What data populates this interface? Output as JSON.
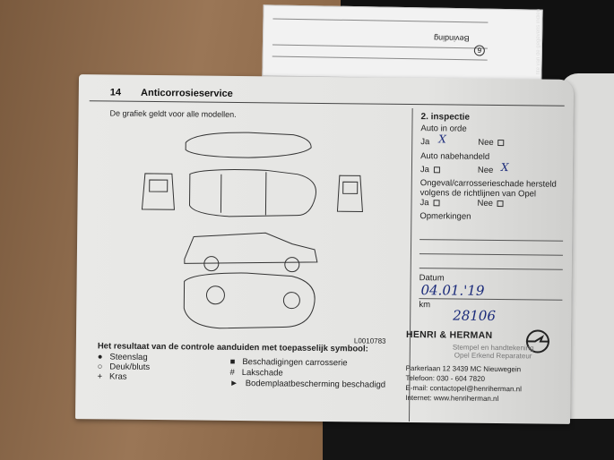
{
  "top_paper": {
    "label": "Bevinding",
    "number": "6",
    "side_text": "hte van de gegevens indien"
  },
  "page": {
    "number": "14",
    "title": "Anticorrosieservice",
    "intro": "De grafiek geldt voor alle modellen.",
    "figure_code": "L0010783",
    "legend_title": "Het resultaat van de controle aanduiden met toepasselijk symbool:",
    "legend_left": [
      {
        "symbol": "●",
        "label": "Steenslag"
      },
      {
        "symbol": "○",
        "label": "Deuk/bluts"
      },
      {
        "symbol": "+",
        "label": "Kras"
      }
    ],
    "legend_right": [
      {
        "symbol": "■",
        "label": "Beschadigingen carrosserie"
      },
      {
        "symbol": "#",
        "label": "Lakschade"
      },
      {
        "symbol": "►",
        "label": "Bodemplaatbescherming beschadigd"
      }
    ],
    "inspection": {
      "title": "2. inspectie",
      "q1": "Auto in orde",
      "q2": "Auto nabehandeld",
      "q3a": "Ongeval/carrosserieschade hersteld",
      "q3b": "volgens de richtlijnen van Opel",
      "ja": "Ja",
      "nee": "Nee",
      "mark": "X",
      "remarks": "Opmerkingen",
      "date_label": "Datum",
      "date_value": "04.01.'19",
      "km_label": "km",
      "km_value": "28106"
    },
    "stamp": {
      "company": "HENRI & HERMAN",
      "sig1": "Stempel en handtekening",
      "sig2": "Opel Erkend Reparateur",
      "address": "Parkerlaan 12  3439 MC  Nieuwegein",
      "phone": "Telefoon: 030 - 604 7820",
      "email": "E-mail: contactopel@henriherman.nl",
      "web": "Internet: www.henriherman.nl"
    }
  }
}
